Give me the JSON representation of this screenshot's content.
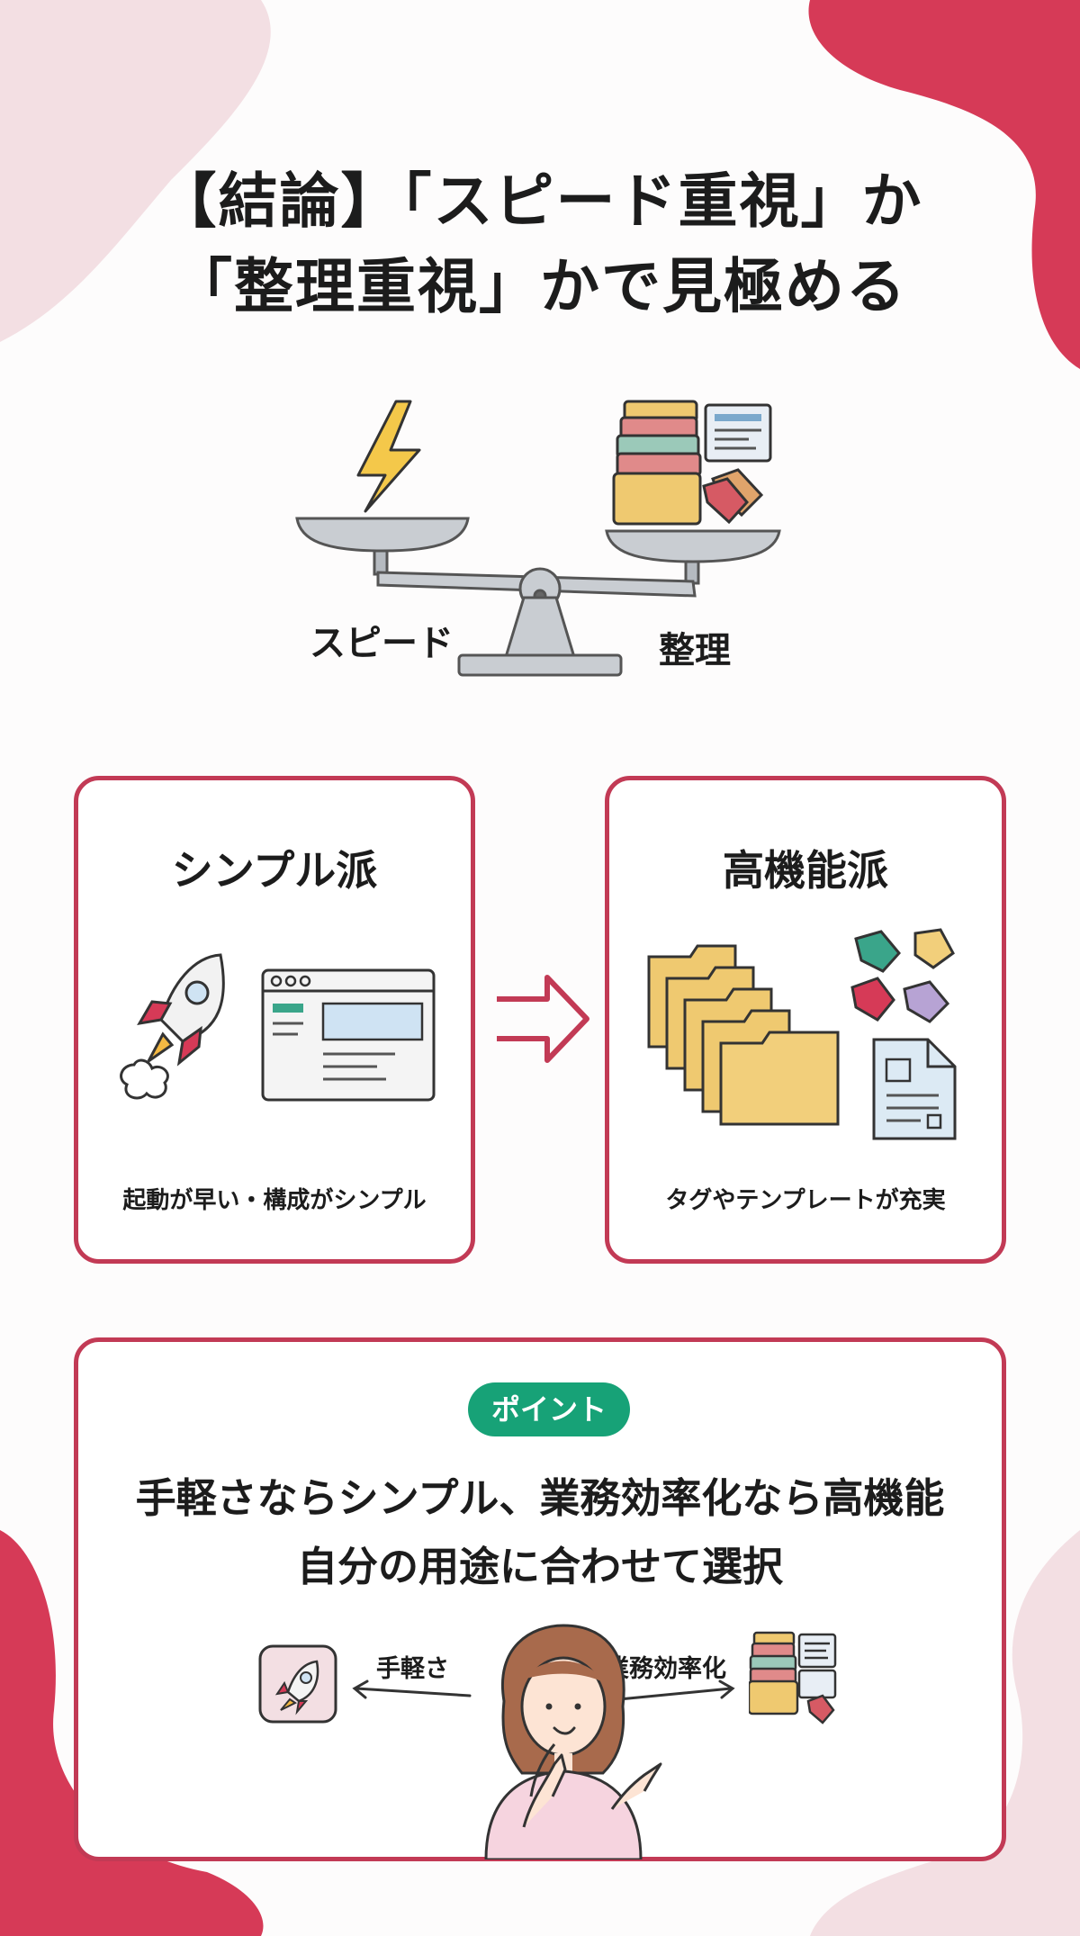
{
  "title": {
    "line1": "【結論】「スピード重視」か",
    "line2": "「整理重視」かで見極める"
  },
  "scale": {
    "left_label": "スピード",
    "right_label": "整理"
  },
  "cards": {
    "simple": {
      "title": "シンプル派",
      "caption": "起動が早い・構成がシンプル"
    },
    "advanced": {
      "title": "高機能派",
      "caption": "タグやテンプレートが充実"
    }
  },
  "point": {
    "badge": "ポイント",
    "line1": "手軽さならシンプル、業務効率化なら高機能",
    "line2": "自分の用途に合わせて選択",
    "left_label": "手軽さ",
    "right_label": "業務効率化"
  },
  "colors": {
    "accent": "#d63a57",
    "blob_light": "#f3dfe3",
    "card_border": "#c23a55",
    "badge": "#17a277",
    "folder": "#efc970"
  },
  "icons": [
    "lightning-icon",
    "folder-stack-icon",
    "tag-icon",
    "rocket-icon",
    "browser-window-icon",
    "arrow-right-icon",
    "document-icon",
    "person-pointing-icon"
  ]
}
